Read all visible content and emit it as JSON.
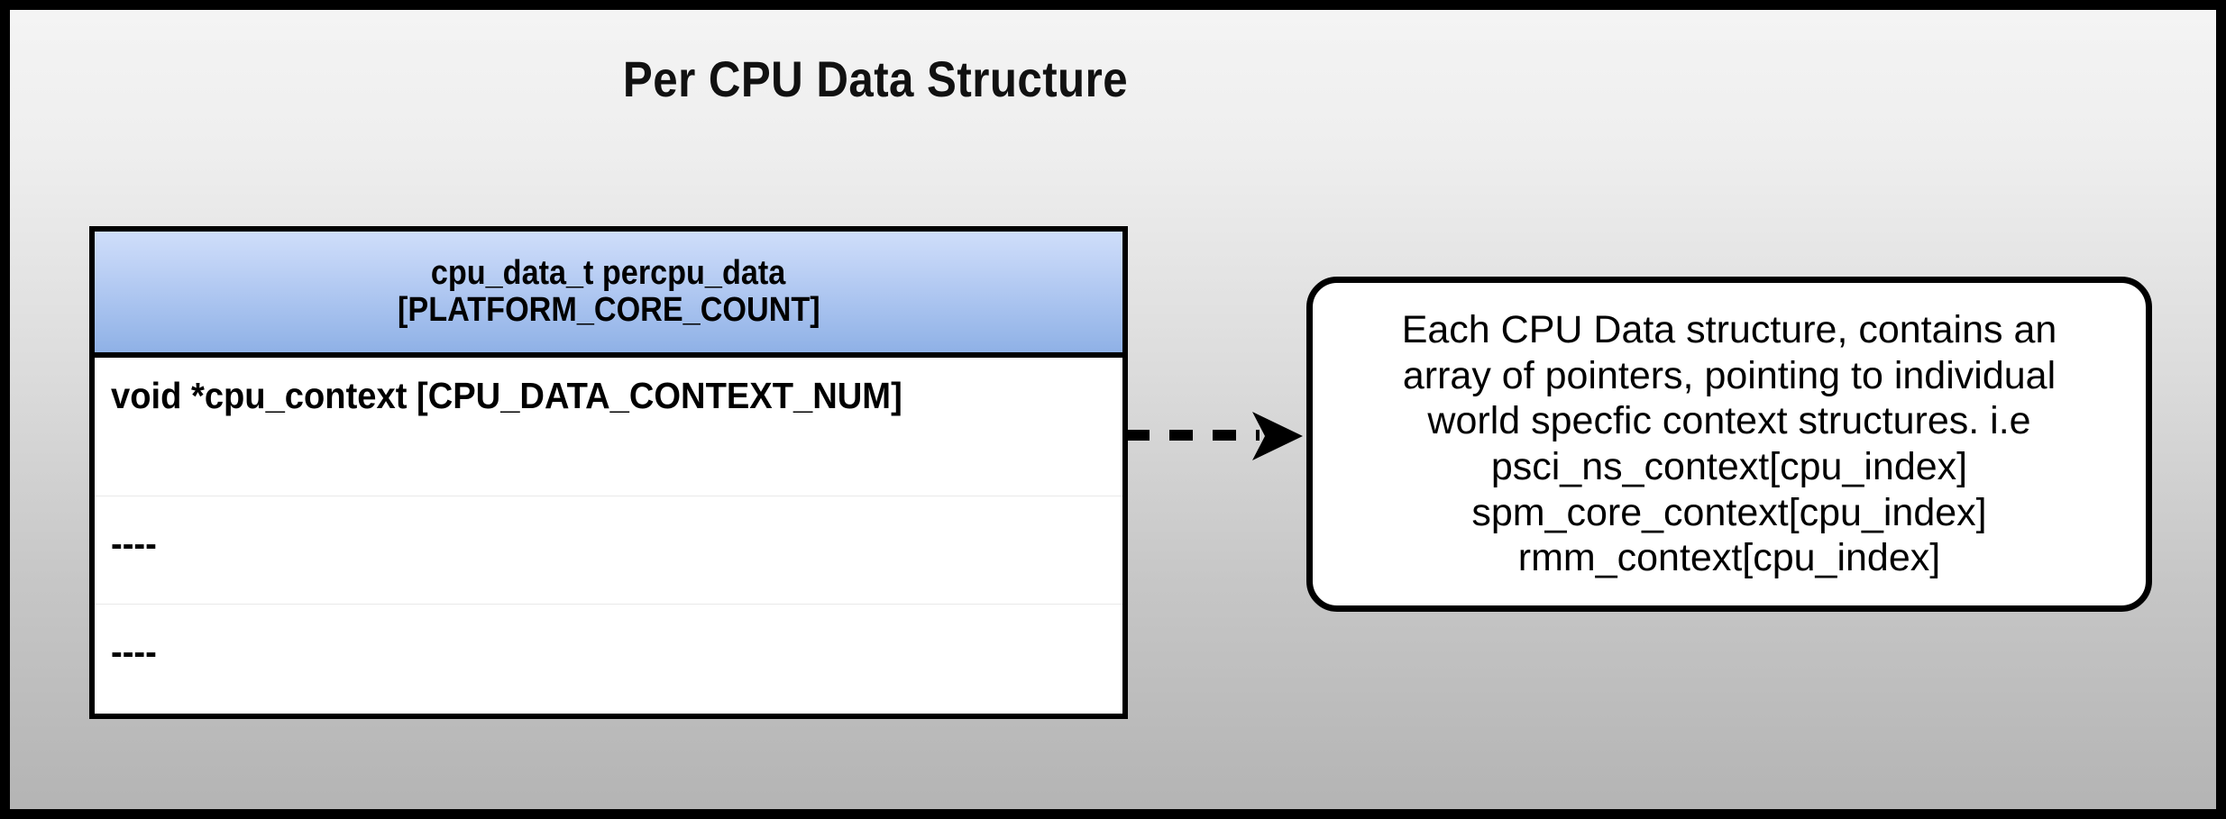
{
  "diagram": {
    "title": "Per CPU Data Structure",
    "background_top_color": "#f4f4f4",
    "background_bottom_color": "#b4b4b4",
    "border_color": "#000000"
  },
  "struct_table": {
    "header": {
      "line1": "cpu_data_t percpu_data",
      "line2": "[PLATFORM_CORE_COUNT]",
      "gradient_top_color": "#cfdefa",
      "gradient_bottom_color": "#8fb1e6"
    },
    "rows": [
      {
        "text": "void *cpu_context [CPU_DATA_CONTEXT_NUM]"
      },
      {
        "text": "----"
      },
      {
        "text": "----"
      }
    ]
  },
  "connector": {
    "style": "dashed",
    "direction": "right",
    "arrowhead": "filled-triangle",
    "color": "#000000",
    "dash_count": 3
  },
  "callout": {
    "lines": [
      "Each CPU Data structure, contains an",
      "array of pointers, pointing to individual",
      "world specfic context structures. i.e",
      "psci_ns_context[cpu_index]",
      "spm_core_context[cpu_index]",
      "rmm_context[cpu_index]"
    ],
    "border_color": "#000000",
    "background_color": "#ffffff"
  }
}
